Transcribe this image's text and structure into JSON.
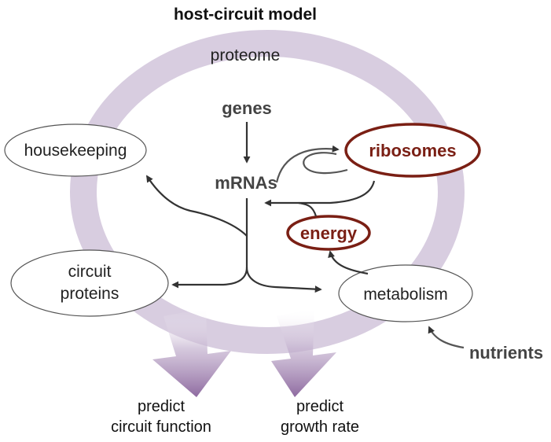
{
  "title": "host-circuit model",
  "ring_label": "proteome",
  "nodes": {
    "genes": "genes",
    "mrnas": "mRNAs",
    "housekeeping": "housekeeping",
    "ribosomes": "ribosomes",
    "energy": "energy",
    "circuit_proteins_line1": "circuit",
    "circuit_proteins_line2": "proteins",
    "metabolism": "metabolism",
    "nutrients": "nutrients"
  },
  "predictions": {
    "left_line1": "predict",
    "left_line2": "circuit function",
    "right_line1": "predict",
    "right_line2": "growth rate"
  },
  "colors": {
    "ring": "#d8cde0",
    "prediction_arrow": "#9b7fab",
    "highlight": "#7a1f14",
    "node_outline": "#555555",
    "arrow": "#333333"
  }
}
